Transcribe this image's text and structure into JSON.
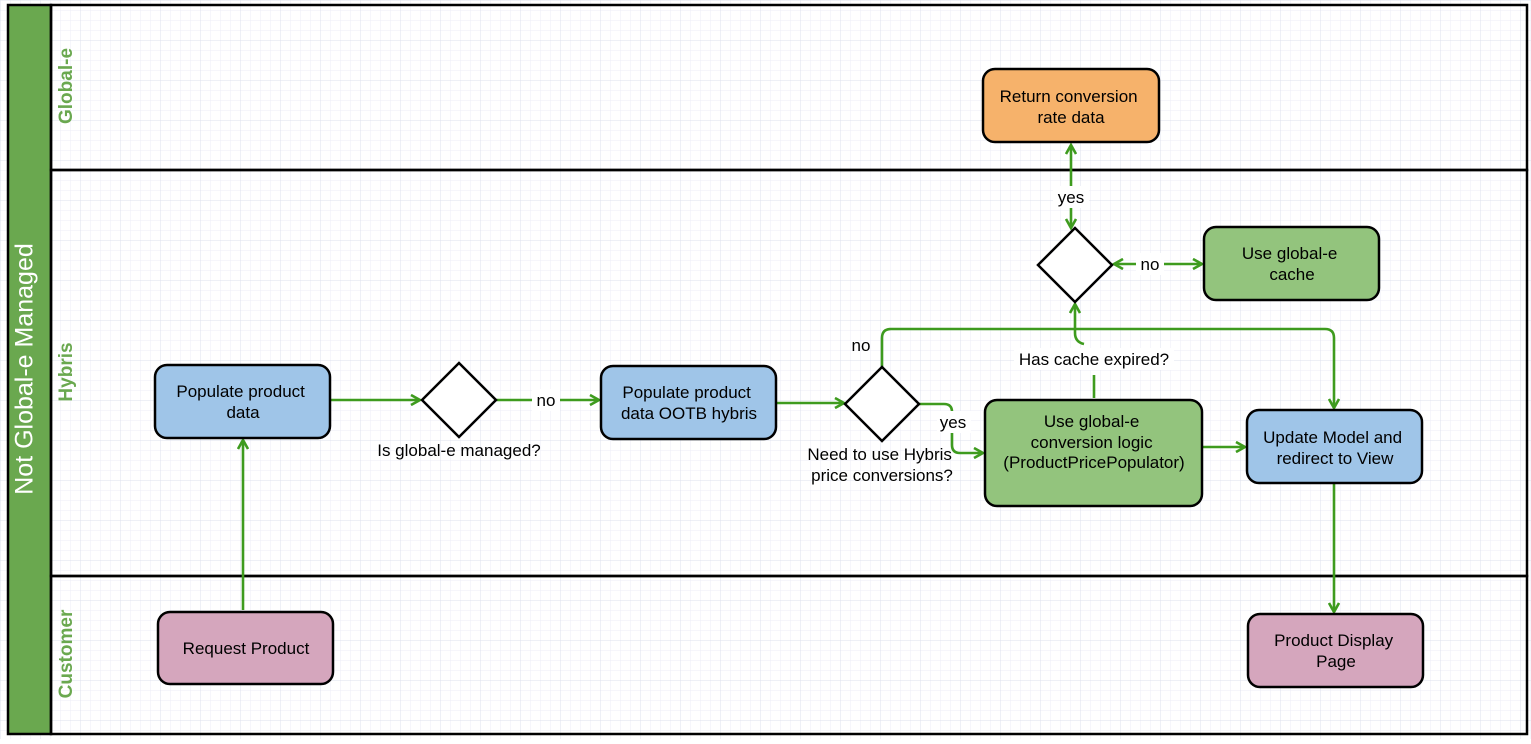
{
  "pool": {
    "label": "Not Global-e Managed"
  },
  "lanes": [
    {
      "id": "global-e",
      "label": "Global-e"
    },
    {
      "id": "hybris",
      "label": "Hybris"
    },
    {
      "id": "customer",
      "label": "Customer"
    }
  ],
  "nodes": {
    "request_product": [
      "Request Product"
    ],
    "populate_product_data": [
      "Populate product",
      "data"
    ],
    "populate_ootb": [
      "Populate product",
      "data OOTB hybris"
    ],
    "use_conversion_logic": [
      "Use global-e",
      "conversion logic",
      "(ProductPricePopulator)"
    ],
    "update_model": [
      "Update Model and",
      "redirect to View"
    ],
    "product_display_page": [
      "Product Display",
      "Page"
    ],
    "return_conversion_rate": [
      "Return conversion",
      "rate data"
    ],
    "use_global_e_cache": [
      "Use global-e",
      "cache"
    ]
  },
  "decisions": {
    "is_global_e_managed": [
      "Is global-e managed?"
    ],
    "need_hybris_conversions": [
      "Need to use Hybris",
      "price conversions?"
    ],
    "has_cache_expired": [
      "Has cache expired?"
    ]
  },
  "edge_labels": {
    "managed_no": "no",
    "hybris_no": "no",
    "hybris_yes": "yes",
    "cache_yes": "yes",
    "cache_no": "no"
  },
  "colors": {
    "pool_green": "#6aa84f",
    "edge_green": "#3e9b1e",
    "blue_fill": "#9fc5e8",
    "green_fill": "#93c47d",
    "pink_fill": "#d5a6bd",
    "orange_fill": "#f6b26b"
  }
}
